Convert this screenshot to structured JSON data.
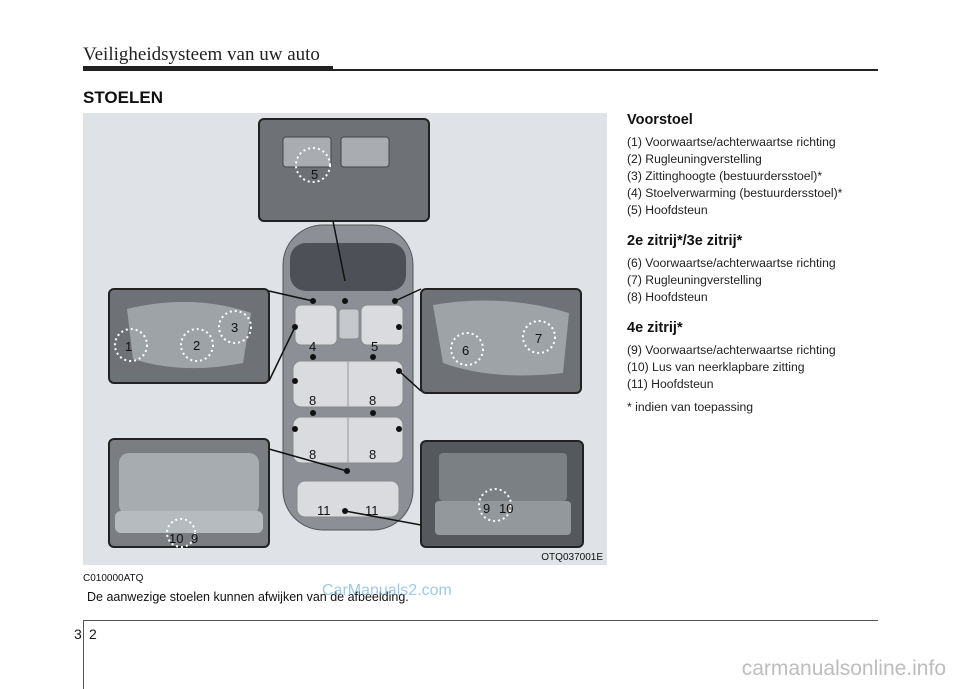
{
  "header": {
    "title": "Veiligheidsysteem van uw auto"
  },
  "section": {
    "title": "STOELEN"
  },
  "figure": {
    "code": "OTQ037001E",
    "callouts": [
      "1",
      "2",
      "3",
      "4",
      "5",
      "5",
      "6",
      "7",
      "8",
      "8",
      "8",
      "8",
      "9",
      "10",
      "11",
      "11",
      "9",
      "10"
    ]
  },
  "figure_below_code": "C010000ATQ",
  "caption": "De aanwezige stoelen kunnen afwijken van de afbeelding.",
  "watermark": "CarManuals2.com",
  "right": {
    "groups": [
      {
        "title": "Voorstoel",
        "items": [
          "(1) Voorwaartse/achterwaartse richting",
          "(2) Rugleuningverstelling",
          "(3) Zittinghoogte (bestuurdersstoel)*",
          "(4) Stoelverwarming (bestuurdersstoel)*",
          "(5) Hoofdsteun"
        ]
      },
      {
        "title": "2e zitrij*/3e zitrij*",
        "items": [
          "(6) Voorwaartse/achterwaartse richting",
          "(7) Rugleuningverstelling",
          "(8) Hoofdsteun"
        ]
      },
      {
        "title": "4e zitrij*",
        "items": [
          "(9) Voorwaartse/achterwaartse richting",
          "(10) Lus van neerklapbare zitting",
          "(11) Hoofdsteun"
        ]
      }
    ],
    "footnote": "* indien van toepassing"
  },
  "page": {
    "section_no": "3",
    "page_no": "2"
  },
  "footer": {
    "site": "carmanualsonline.info"
  }
}
